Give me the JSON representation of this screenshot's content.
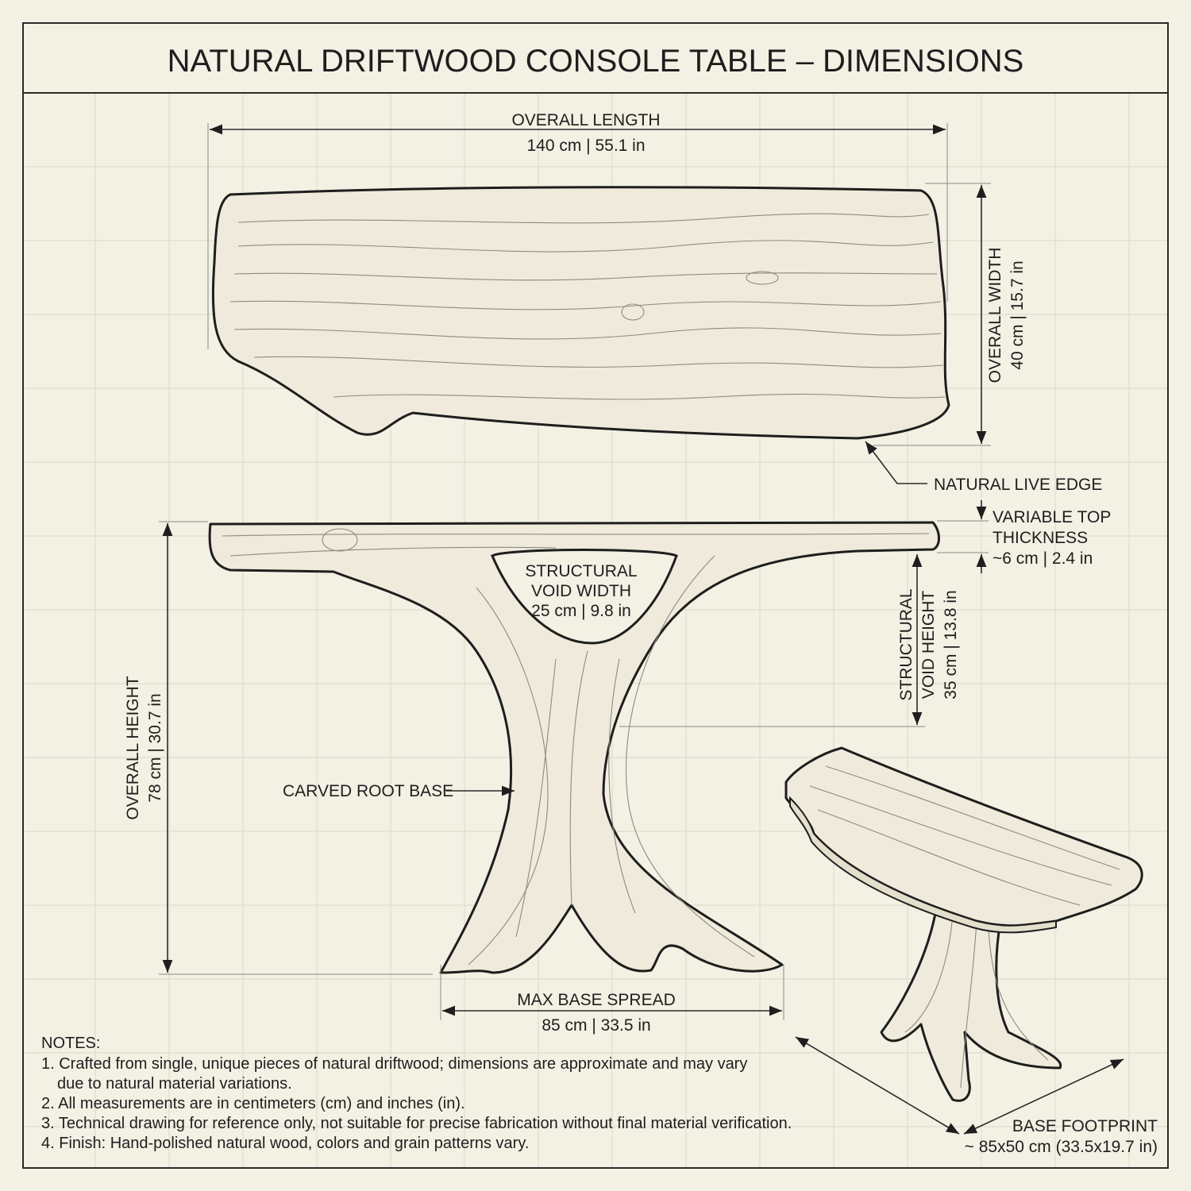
{
  "title": "NATURAL DRIFTWOOD CONSOLE TABLE – DIMENSIONS",
  "dimensions": {
    "overall_length": {
      "label": "OVERALL LENGTH",
      "value": "140 cm | 55.1 in"
    },
    "overall_width": {
      "label": "OVERALL WIDTH",
      "value": "40 cm | 15.7 in"
    },
    "live_edge": {
      "label": "NATURAL LIVE EDGE"
    },
    "top_thickness": {
      "label1": "VARIABLE TOP",
      "label2": "THICKNESS",
      "value": "~6 cm | 2.4 in"
    },
    "void_width": {
      "label1": "STRUCTURAL",
      "label2": "VOID WIDTH",
      "value": "25 cm | 9.8 in"
    },
    "void_height": {
      "label1": "STRUCTURAL",
      "label2": "VOID HEIGHT",
      "value": "35 cm | 13.8 in"
    },
    "overall_height": {
      "label": "OVERALL HEIGHT",
      "value": "78 cm | 30.7 in"
    },
    "root_base": {
      "label": "CARVED ROOT BASE"
    },
    "base_spread": {
      "label": "MAX BASE SPREAD",
      "value": "85 cm | 33.5 in"
    },
    "base_footprint": {
      "label": "BASE FOOTPRINT",
      "value": "~ 85x50 cm (33.5x19.7 in)"
    }
  },
  "notes": {
    "heading": "NOTES:",
    "lines": [
      "1. Crafted from single, unique pieces of natural driftwood; dimensions are approximate and may vary",
      "    due to natural material variations.",
      "2. All measurements are in centimeters (cm) and inches (in).",
      "3. Technical drawing for reference only, not suitable for precise fabrication without final material verification.",
      "4. Finish: Hand-polished natural wood, colors and grain patterns vary."
    ]
  },
  "colors": {
    "background": "#f3f0e4",
    "ink": "#1e1e1e",
    "wood": "#efeadb"
  }
}
